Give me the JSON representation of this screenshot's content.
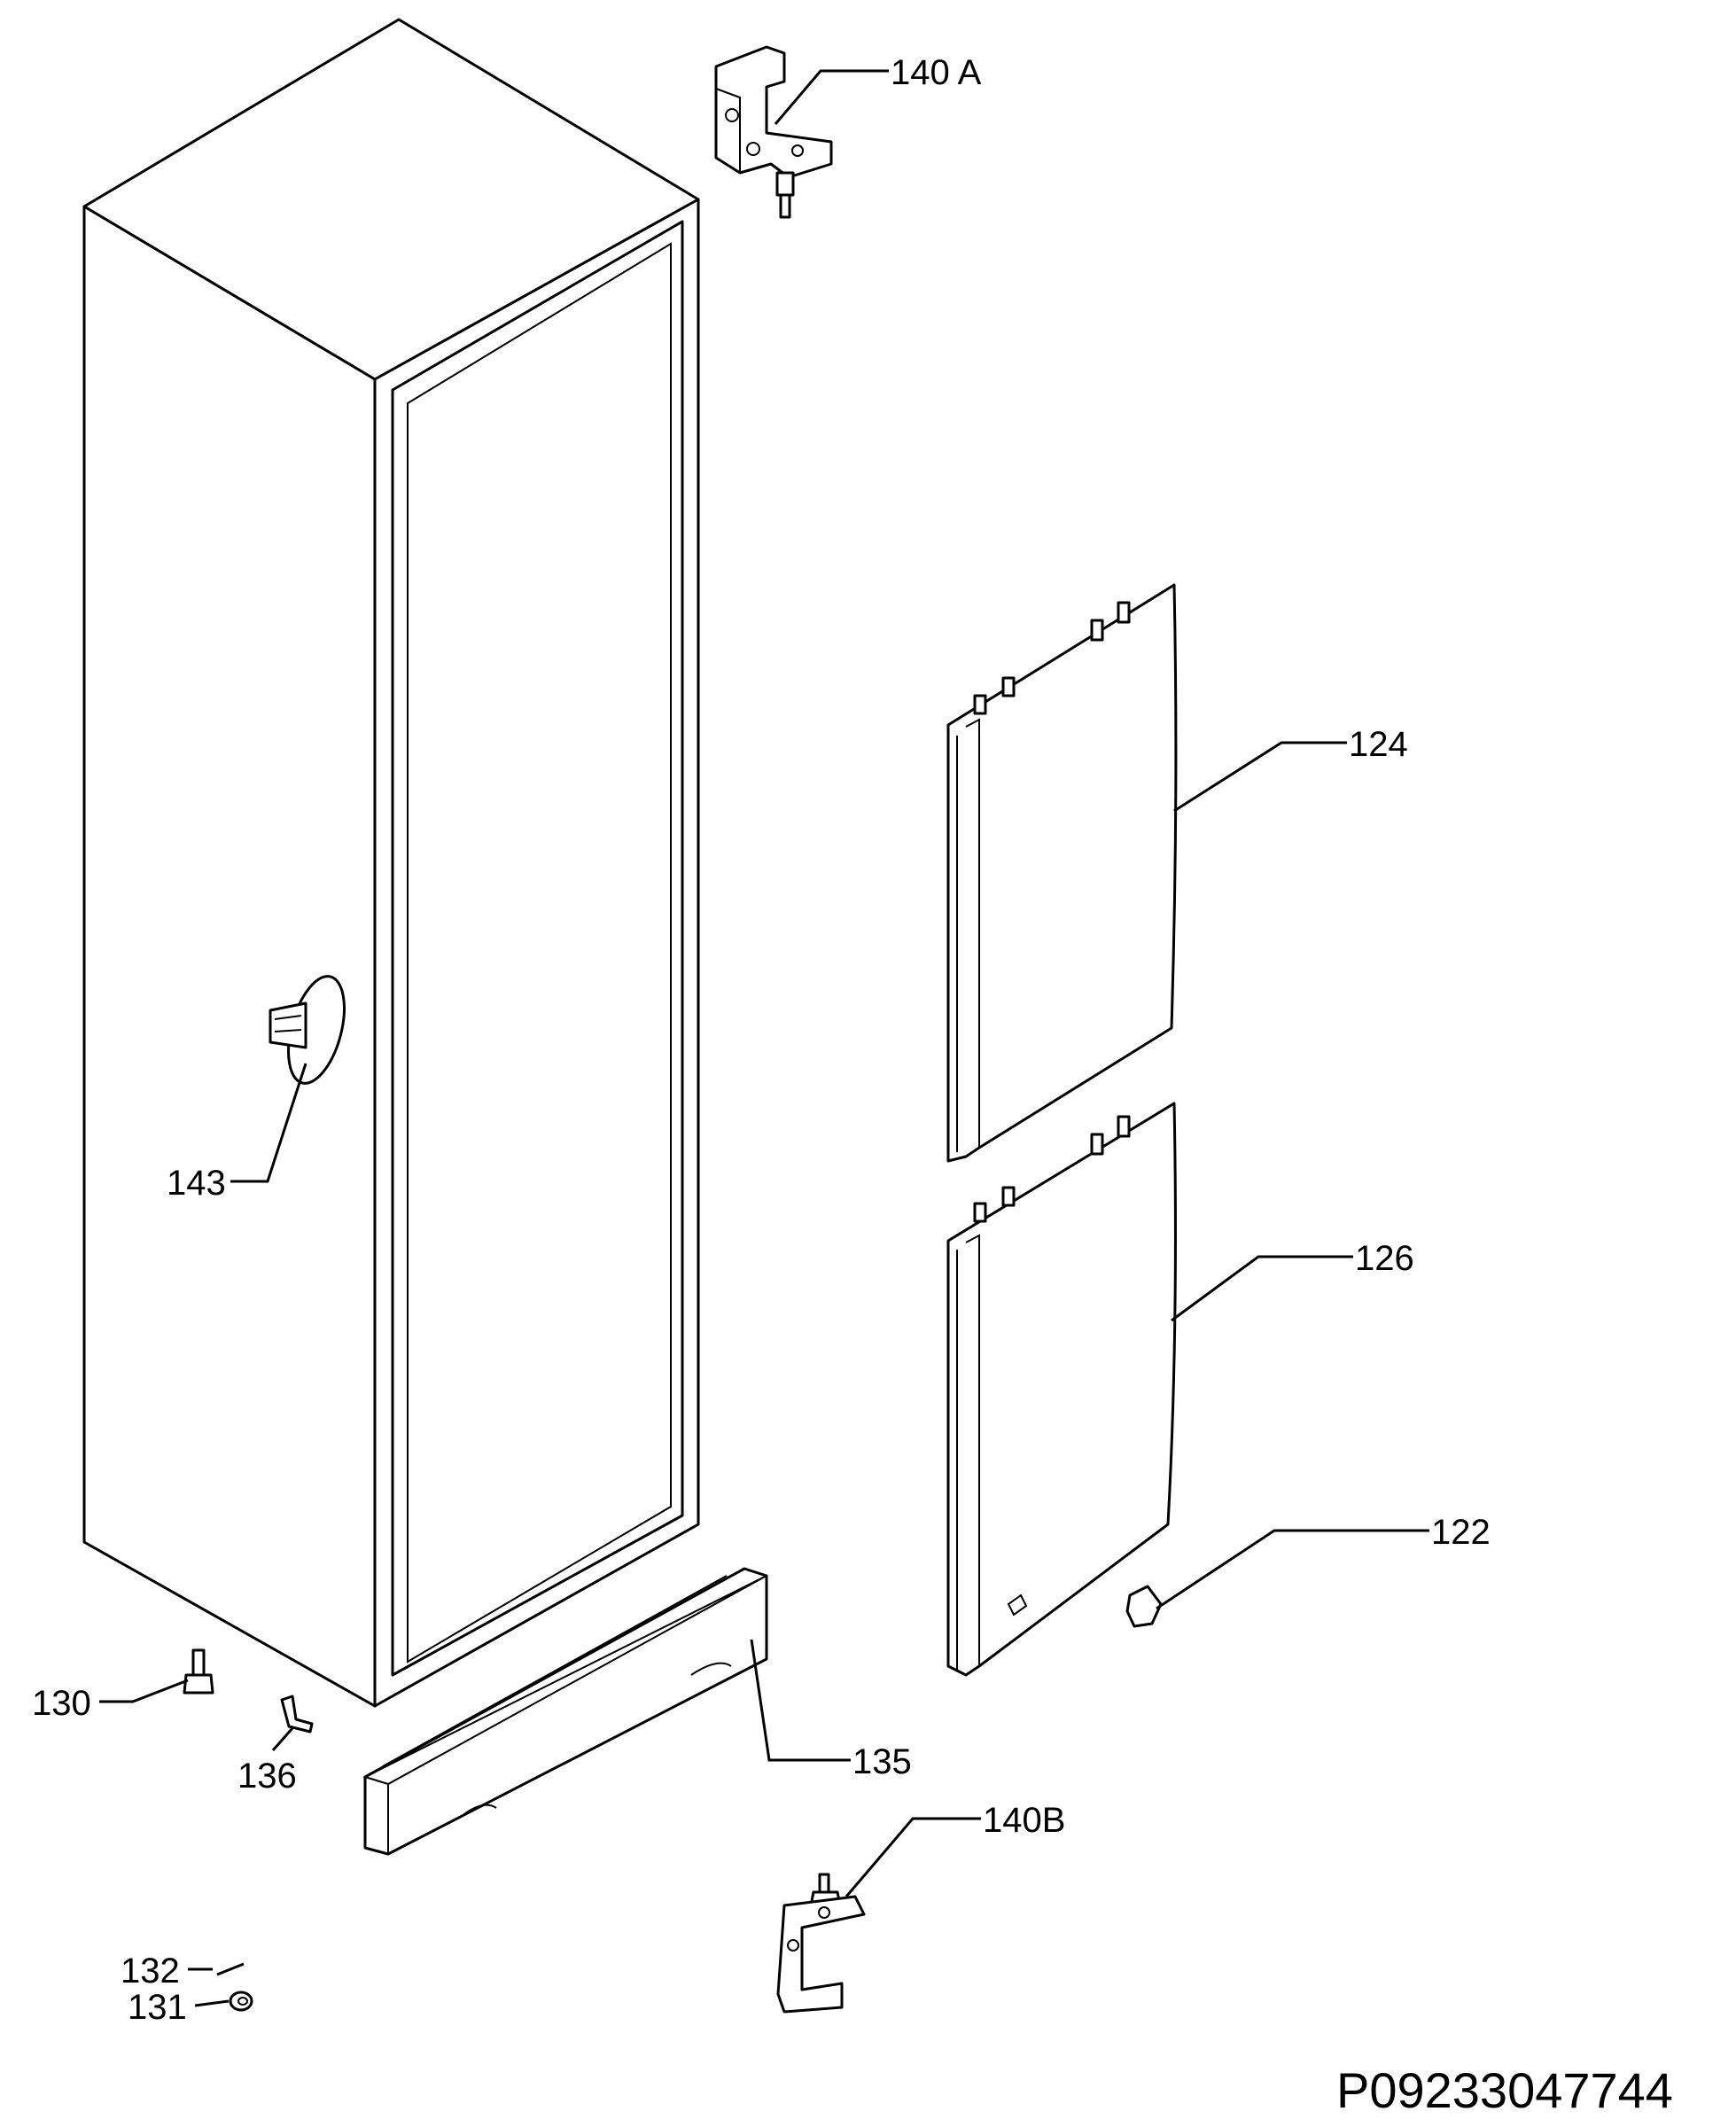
{
  "callouts": {
    "c140a": "140 A",
    "c124": "124",
    "c143": "143",
    "c126": "126",
    "c122": "122",
    "c130": "130",
    "c136": "136",
    "c135": "135",
    "c140b": "140B",
    "c132": "132",
    "c131": "131"
  },
  "drawing_code": "P09233047744"
}
